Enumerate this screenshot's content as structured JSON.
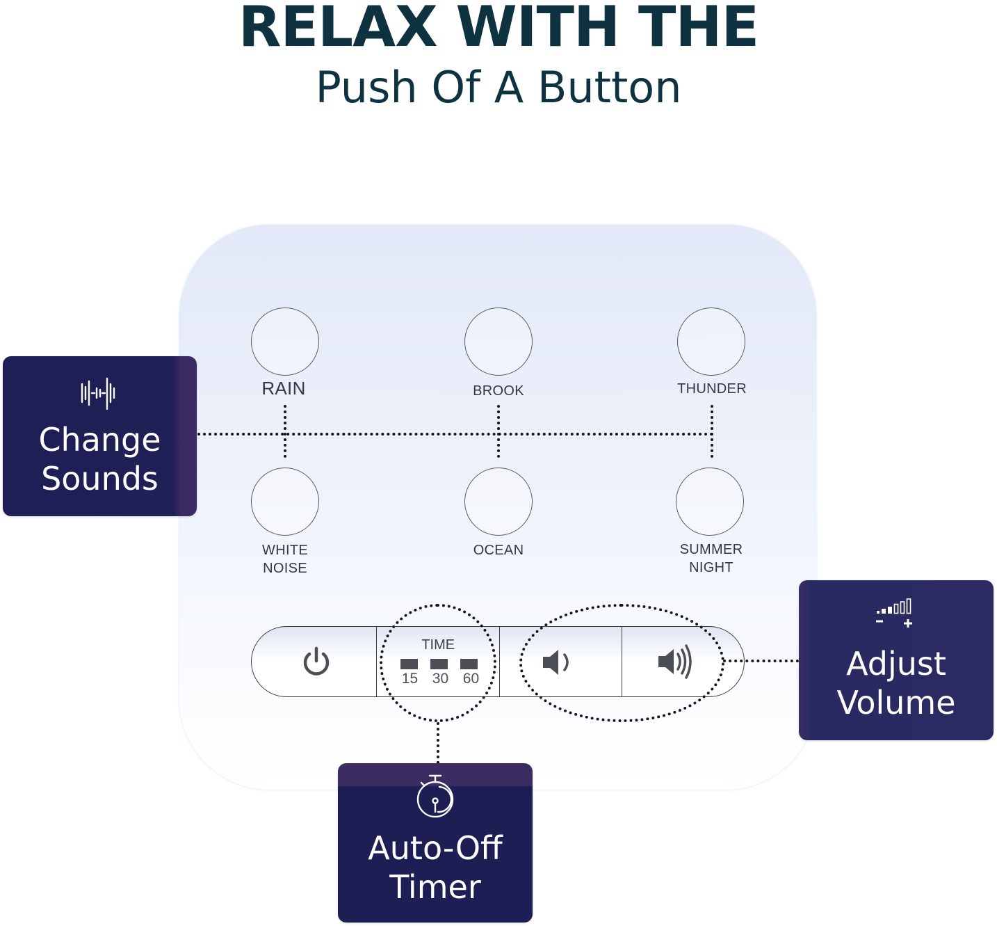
{
  "headline": {
    "title": "RELAX WITH THE",
    "subtitle": "Push Of A Button"
  },
  "colors": {
    "headline": "#0e3240",
    "callout_bg": "#1f1f55",
    "callout_accent": "#3b2c62",
    "device_text": "#333840"
  },
  "device": {
    "sound_buttons": [
      {
        "label": "RAIN",
        "icon": "circle-button"
      },
      {
        "label": "BROOK",
        "icon": "circle-button"
      },
      {
        "label": "THUNDER",
        "icon": "circle-button"
      },
      {
        "label_line1": "WHITE",
        "label_line2": "NOISE",
        "icon": "circle-button"
      },
      {
        "label": "OCEAN",
        "icon": "circle-button"
      },
      {
        "label_line1": "SUMMER",
        "label_line2": "NIGHT",
        "icon": "circle-button"
      }
    ],
    "controls": {
      "power_icon": "power-icon",
      "timer": {
        "title": "TIME",
        "options": [
          "15",
          "30",
          "60"
        ]
      },
      "volume_down_icon": "speaker-low-icon",
      "volume_up_icon": "speaker-high-icon"
    }
  },
  "callouts": {
    "change_sounds": {
      "line1": "Change",
      "line2": "Sounds",
      "icon": "sound-wave-icon"
    },
    "adjust_volume": {
      "line1": "Adjust",
      "line2": "Volume",
      "icon": "volume-bars-icon"
    },
    "auto_off_timer": {
      "line1": "Auto-Off",
      "line2": "Timer",
      "icon": "stopwatch-icon"
    }
  }
}
